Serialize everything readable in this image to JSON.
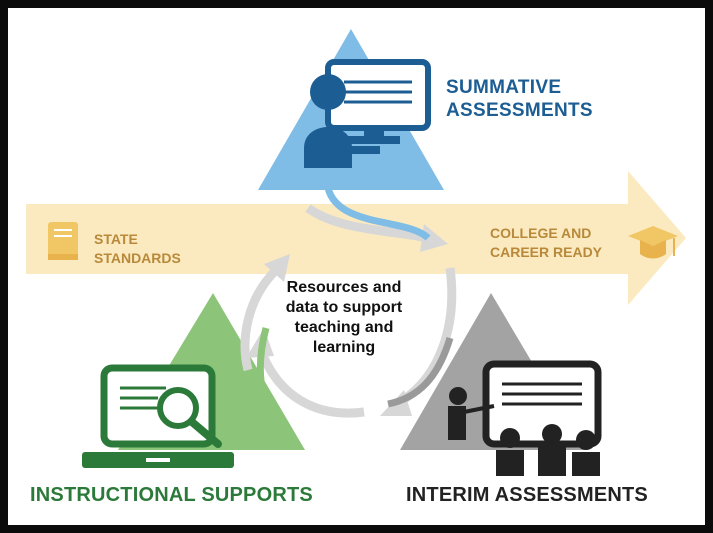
{
  "labels": {
    "summative": "SUMMATIVE\nASSESSMENTS",
    "state_standards": "STATE\nSTANDARDS",
    "college_career": "COLLEGE AND\nCAREER READY",
    "center": "Resources and data to support teaching and learning",
    "instructional": "INSTRUCTIONAL SUPPORTS",
    "interim": "INTERIM ASSESSMENTS"
  },
  "colors": {
    "summative_blue": "#7fbde6",
    "summative_text": "#1c5d93",
    "instructional_green": "#8cc47a",
    "instructional_text": "#2c7a3a",
    "interim_gray": "#a3a3a3",
    "interim_text": "#222222",
    "arrow_band": "#fbeac0",
    "standards_text": "#b8893a"
  },
  "icons": {
    "summative": "person-at-computer-icon",
    "state_standards": "book-icon",
    "college_career": "graduation-cap-icon",
    "instructional": "laptop-magnifier-icon",
    "interim": "teacher-presenting-icon",
    "cycle": "cycle-arrows-icon"
  }
}
